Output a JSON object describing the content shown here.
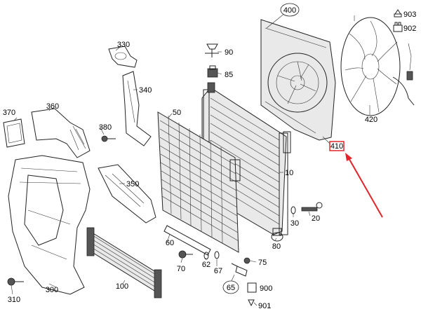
{
  "callouts": {
    "c400": "400",
    "c903": "903",
    "c902": "902",
    "c420": "420",
    "c410": "410",
    "c330": "330",
    "c90": "90",
    "c85": "85",
    "c340": "340",
    "c370": "370",
    "c360": "360",
    "c380": "380",
    "c50": "50",
    "c350": "350",
    "c10": "10",
    "c30": "30",
    "c20": "20",
    "c80": "80",
    "c60": "60",
    "c70": "70",
    "c62": "62",
    "c67": "67",
    "c75": "75",
    "c65": "65",
    "c900": "900",
    "c901": "901",
    "c100": "100",
    "c310": "310",
    "c300": "300"
  },
  "colors": {
    "highlight": "#e0262a",
    "line": "#222222"
  }
}
